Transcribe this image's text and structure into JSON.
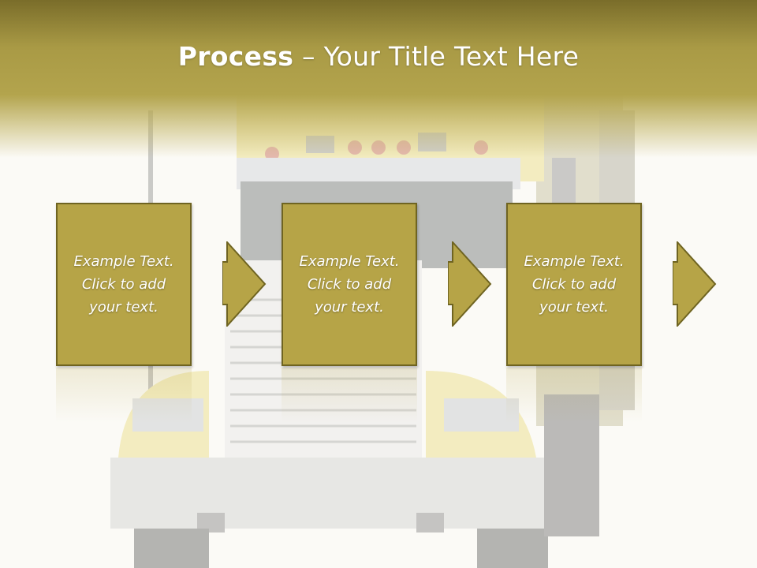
{
  "slide": {
    "title_bold": "Process",
    "title_rest": " – Your Title Text Here"
  },
  "steps": [
    {
      "text": "Example Text. Click  to add your text."
    },
    {
      "text": "Example Text. Click  to add your text."
    },
    {
      "text": "Example Text. Click  to add your text."
    }
  ],
  "colors": {
    "header": "#a99a45",
    "box_fill": "#b6a447",
    "box_border": "#6f6421",
    "background": "#fbfaf6"
  }
}
